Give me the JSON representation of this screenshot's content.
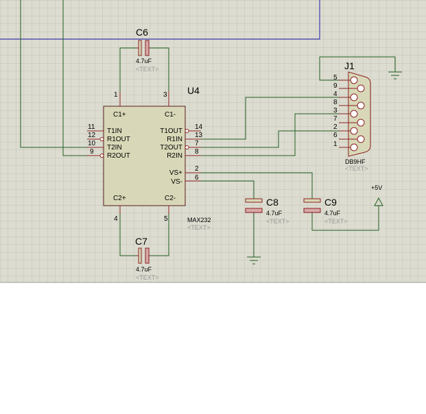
{
  "chip": {
    "ref": "U4",
    "part": "MAX232",
    "placeholder": "<TEXT>",
    "left_pins": [
      {
        "num": "11",
        "name": "T1IN"
      },
      {
        "num": "12",
        "name": "R1OUT"
      },
      {
        "num": "10",
        "name": "T2IN"
      },
      {
        "num": "9",
        "name": "R2OUT"
      }
    ],
    "right_pins": [
      {
        "num": "14",
        "name": "T1OUT"
      },
      {
        "num": "13",
        "name": "R1IN"
      },
      {
        "num": "7",
        "name": "T2OUT"
      },
      {
        "num": "8",
        "name": "R2IN"
      },
      {
        "num": "2",
        "name": "VS+"
      },
      {
        "num": "6",
        "name": "VS-"
      }
    ],
    "top_pins": [
      {
        "num": "1",
        "name": "C1+"
      },
      {
        "num": "3",
        "name": "C1-"
      }
    ],
    "bottom_pins": [
      {
        "num": "4",
        "name": "C2+"
      },
      {
        "num": "5",
        "name": "C2-"
      }
    ]
  },
  "capacitors": {
    "c6": {
      "ref": "C6",
      "value": "4.7uF",
      "placeholder": "<TEXT>"
    },
    "c7": {
      "ref": "C7",
      "value": "4.7uF",
      "placeholder": "<TEXT>"
    },
    "c8": {
      "ref": "C8",
      "value": "4.7uF",
      "placeholder": "<TEXT>"
    },
    "c9": {
      "ref": "C9",
      "value": "4.7uF",
      "placeholder": "<TEXT>"
    }
  },
  "connector": {
    "ref": "J1",
    "part": "DB9HF",
    "placeholder": "<TEXT>",
    "pins": [
      "5",
      "9",
      "4",
      "8",
      "3",
      "7",
      "2",
      "6",
      "1"
    ]
  },
  "power": {
    "label": "+5V"
  },
  "colors": {
    "background": "#ffffff",
    "canvas": "#dcdcd0",
    "grid": "#c2c2b6",
    "wire": "#1f5c1f",
    "bus": "#1a1ab0",
    "component": "#8b2020",
    "chip_fill": "#d8d8b8",
    "text": "#000000",
    "placeholder_text": "#9a9a9a"
  }
}
